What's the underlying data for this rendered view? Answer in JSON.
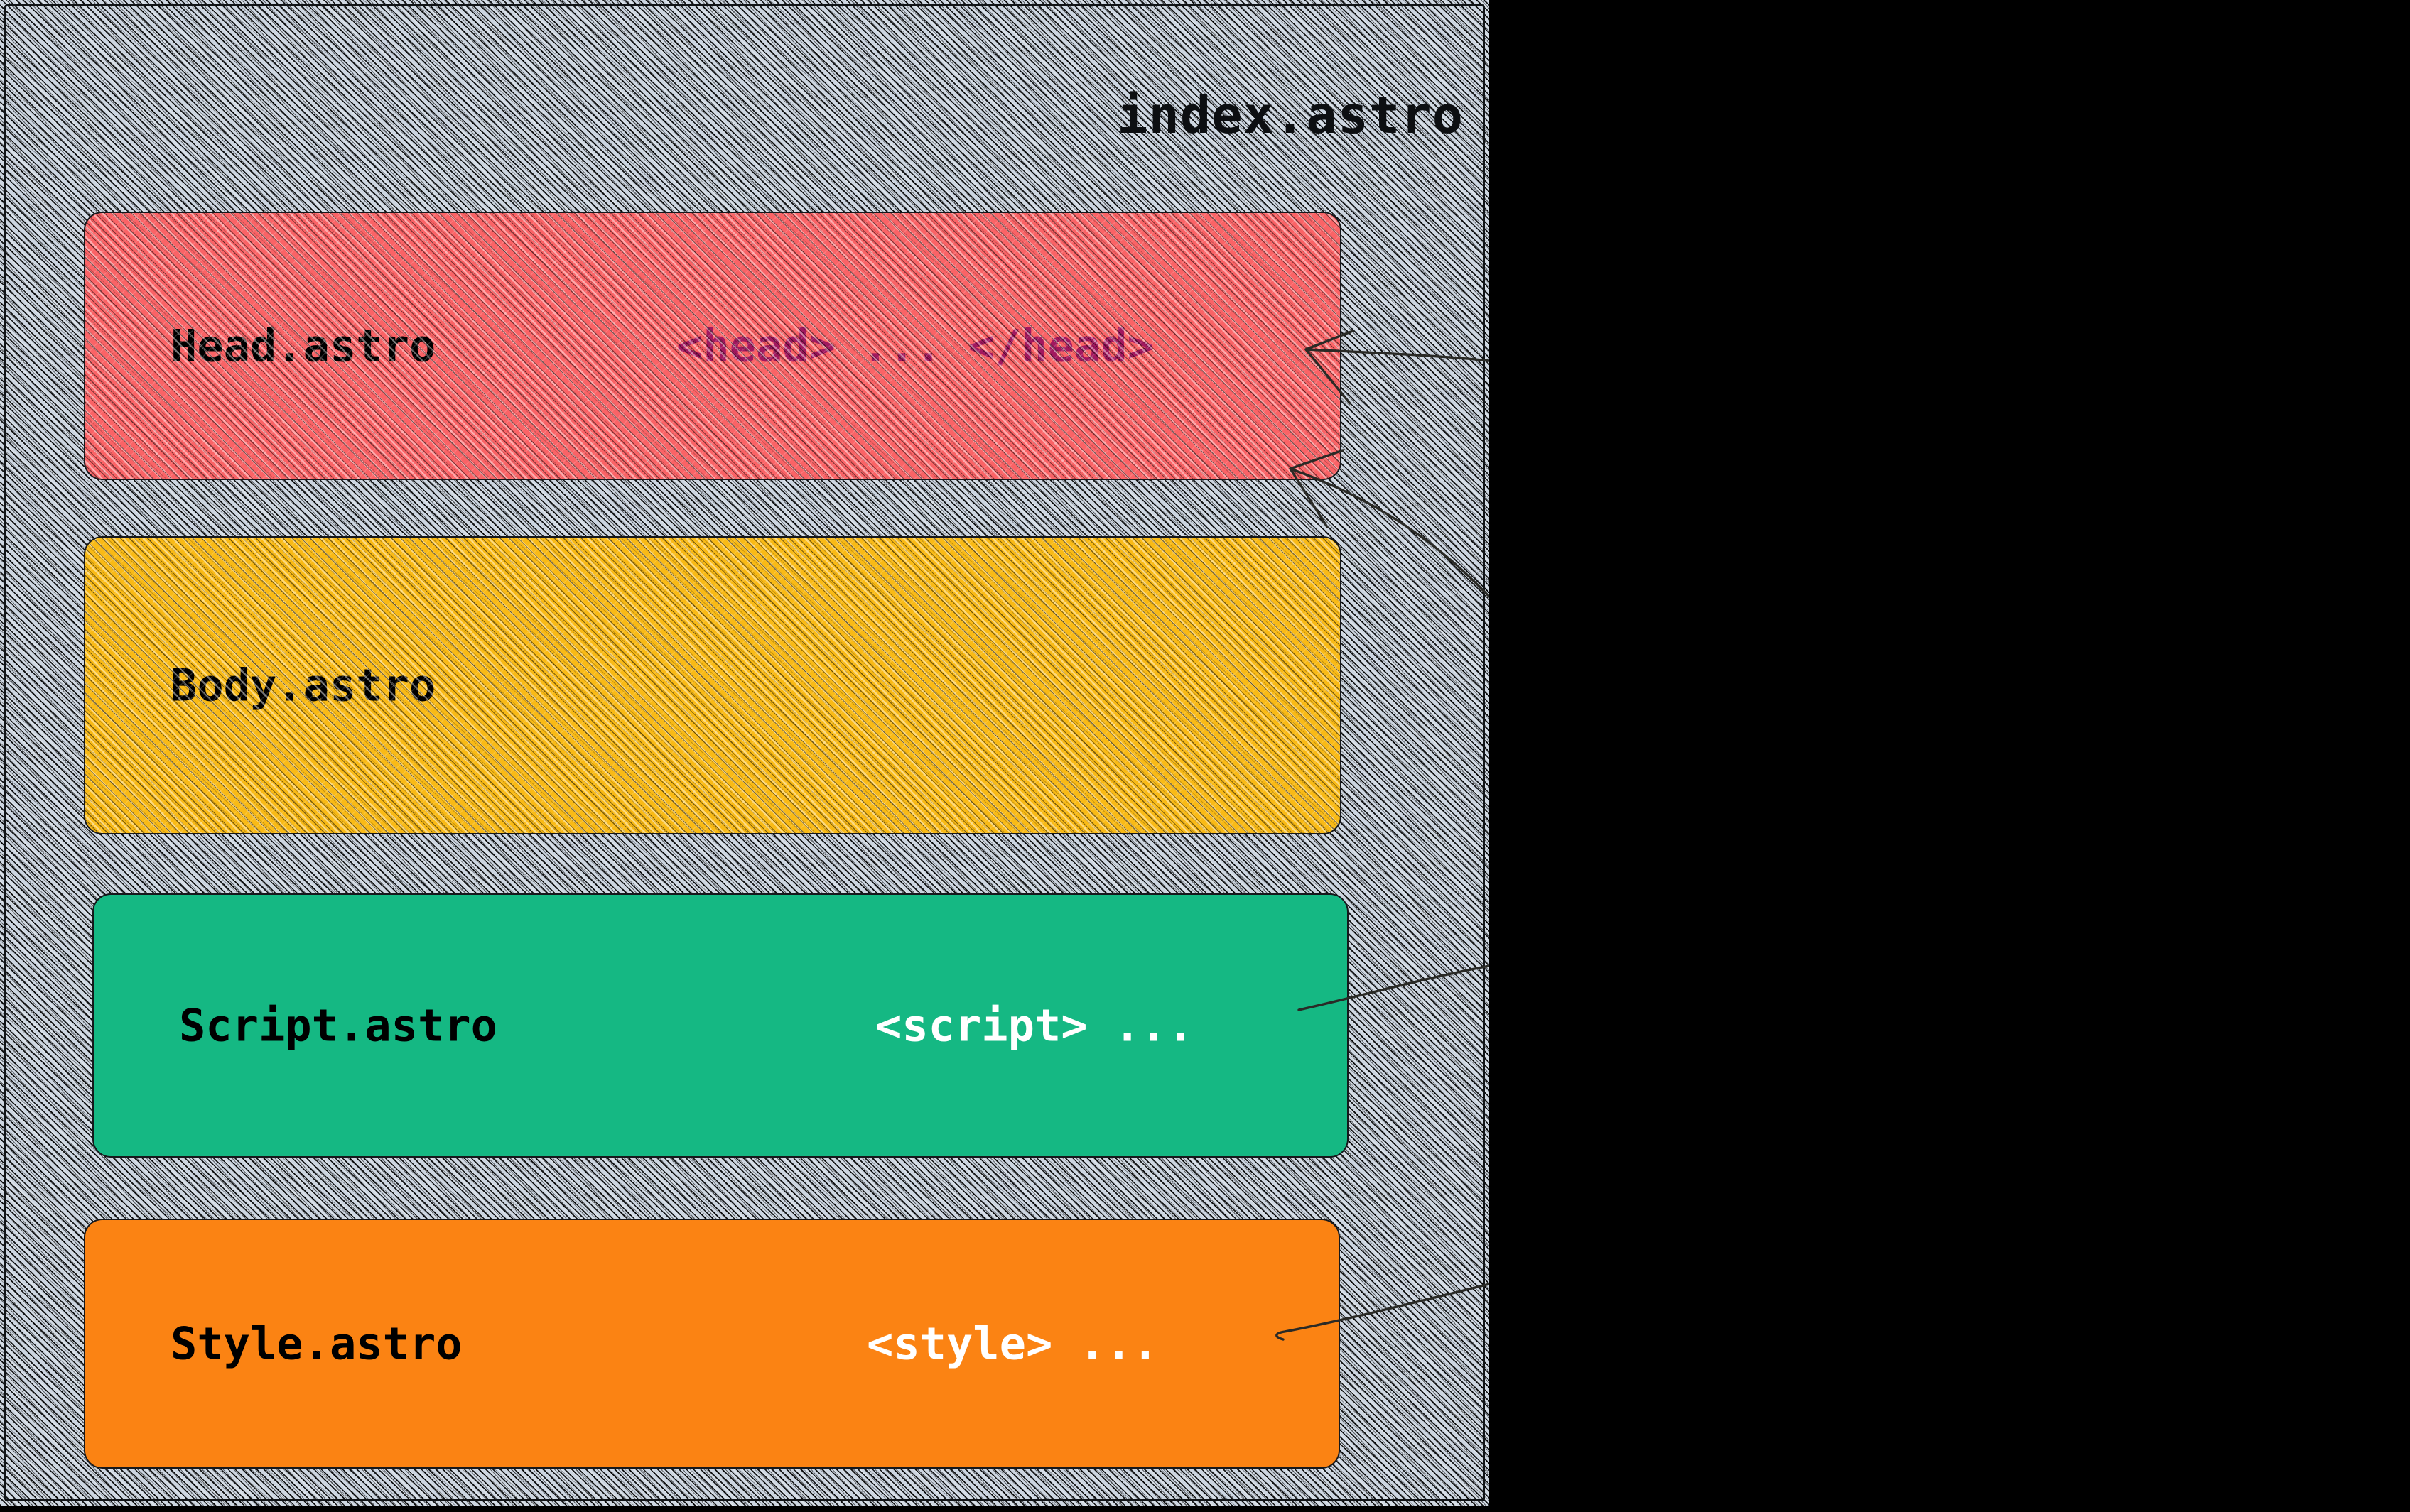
{
  "canvas": {
    "title": "index.astro",
    "background_color": "#ccd5e0",
    "frame_border_color": "#16181c",
    "outside_color": "#000000"
  },
  "rows": [
    {
      "id": "head",
      "label": "Head.astro",
      "tag": "<head>  ...  </head>",
      "fill_color": "#fa6366",
      "tag_color": "#a2185f",
      "label_color": "#000000",
      "style": "sketchy-hatched"
    },
    {
      "id": "body",
      "label": "Body.astro",
      "tag": "",
      "fill_color": "#f9ba16",
      "tag_color": "",
      "label_color": "#000000",
      "style": "sketchy-hatched"
    },
    {
      "id": "script",
      "label": "Script.astro",
      "tag": "<script>  ...",
      "fill_color": "#15b883",
      "tag_color": "#ffffff",
      "label_color": "#000000",
      "style": "solid"
    },
    {
      "id": "style",
      "label": "Style.astro",
      "tag": "<style>  ...",
      "fill_color": "#fb8313",
      "tag_color": "#ffffff",
      "label_color": "#000000",
      "style": "solid"
    }
  ],
  "connectors": [
    {
      "name": "arrow-into-head-upper",
      "target_row": "head",
      "has_arrowhead": true
    },
    {
      "name": "arrow-into-head-lower",
      "target_row": "head",
      "has_arrowhead": true
    },
    {
      "name": "line-into-script",
      "target_row": "script",
      "has_arrowhead": false
    },
    {
      "name": "line-into-style",
      "target_row": "style",
      "has_arrowhead": false
    }
  ]
}
